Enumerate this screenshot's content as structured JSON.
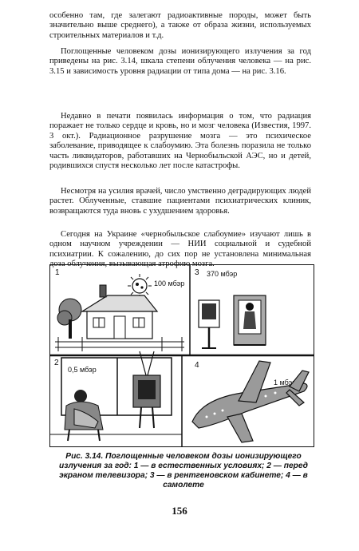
{
  "paragraphs": [
    "особенно там, где залегают радиоактивные породы, может быть значительно выше среднего), а также от образа жизни, используемых строительных материалов и т.д.",
    "Поглощенные человеком дозы ионизирующего излучения за год приведены на рис. 3.14, шкала степени облучения человека — на рис. 3.15 и зависимость уровня радиации от типа дома — на рис. 3.16.",
    "Недавно в печати появилась информация о том, что радиация поражает не только сердце и кровь, но и мозг человека (Известия, 1997. 3 окт.). Радиационное разрушение мозга — это психическое заболевание, приводящее к слабоумию. Эта болезнь поразила не только часть ликвидаторов, работавших на Чернобыльской АЭС, но и детей, родившихся спустя несколько лет после катастрофы.",
    "Несмотря на усилия врачей, число умственно деградирующих людей растет. Облученные, ставшие пациентами психиатрических клиник, возвращаются туда вновь с ухудшением здоровья.",
    "Сегодня на Украине «чернобыльское слабоумие» изучают лишь в одном научном учреждении — НИИ социальной и судебной психиатрии. К сожалению, до сих пор не установлена минимальная доза облучения, вызывающая атрофию мозга."
  ],
  "figure": {
    "panels": [
      {
        "number": "1",
        "dose": "100 мбэр"
      },
      {
        "number": "2",
        "dose": "0,5 мбэр"
      },
      {
        "number": "3",
        "dose": "370 мбэр"
      },
      {
        "number": "4",
        "dose": "1 мбэр"
      }
    ]
  },
  "caption": "Рис. 3.14. Поглощенные человеком дозы ионизирующего излучения за год: 1 — в естественных условиях; 2 — перед экраном телевизора; 3 — в рентгеновском кабинете; 4 — в самолете",
  "page_number": "156"
}
